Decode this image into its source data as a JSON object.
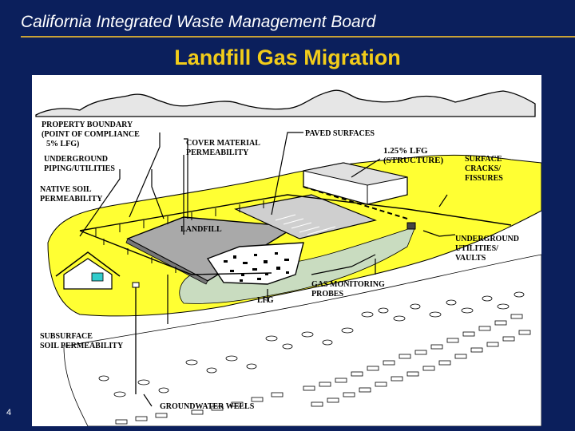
{
  "header": {
    "org_title": "California Integrated Waste Management Board"
  },
  "slide": {
    "title": "Landfill Gas Migration",
    "page_number": "4"
  },
  "diagram_labels": {
    "property_boundary": [
      "PROPERTY BOUNDARY",
      "(POINT OF COMPLIANCE",
      "5% LFG)"
    ],
    "underground_piping": [
      "UNDERGROUND",
      "PIPING/UTILITIES"
    ],
    "native_soil": [
      "NATIVE SOIL",
      "PERMEABILITY"
    ],
    "cover_material": [
      "COVER MATERIAL",
      "PERMEABILITY"
    ],
    "paved_surfaces": [
      "PAVED SURFACES"
    ],
    "lfg_structure": [
      "1.25% LFG",
      "(STRUCTURE)"
    ],
    "surface_cracks": [
      "SURFACE",
      "CRACKS/",
      "FISSURES"
    ],
    "landfill": [
      "LANDFILL"
    ],
    "lfg": [
      "LFG"
    ],
    "underground_utilities": [
      "UNDERGROUND",
      "UTILITIES/",
      "VAULTS"
    ],
    "gas_monitoring": [
      "GAS MONITORING",
      "PROBES"
    ],
    "subsurface_soil": [
      "SUBSURFACE",
      "SOIL PERMEABILITY"
    ],
    "groundwater_wells": [
      "GROUNDWATER WELLS"
    ]
  },
  "colors": {
    "background": "#0b1f5c",
    "title_yellow": "#f2cc1a",
    "rule_gold": "#c9a236",
    "ground_yellow": "#ffff33",
    "landfill_gray": "#a9a9a9",
    "gas_green": "#c9dcc0"
  }
}
